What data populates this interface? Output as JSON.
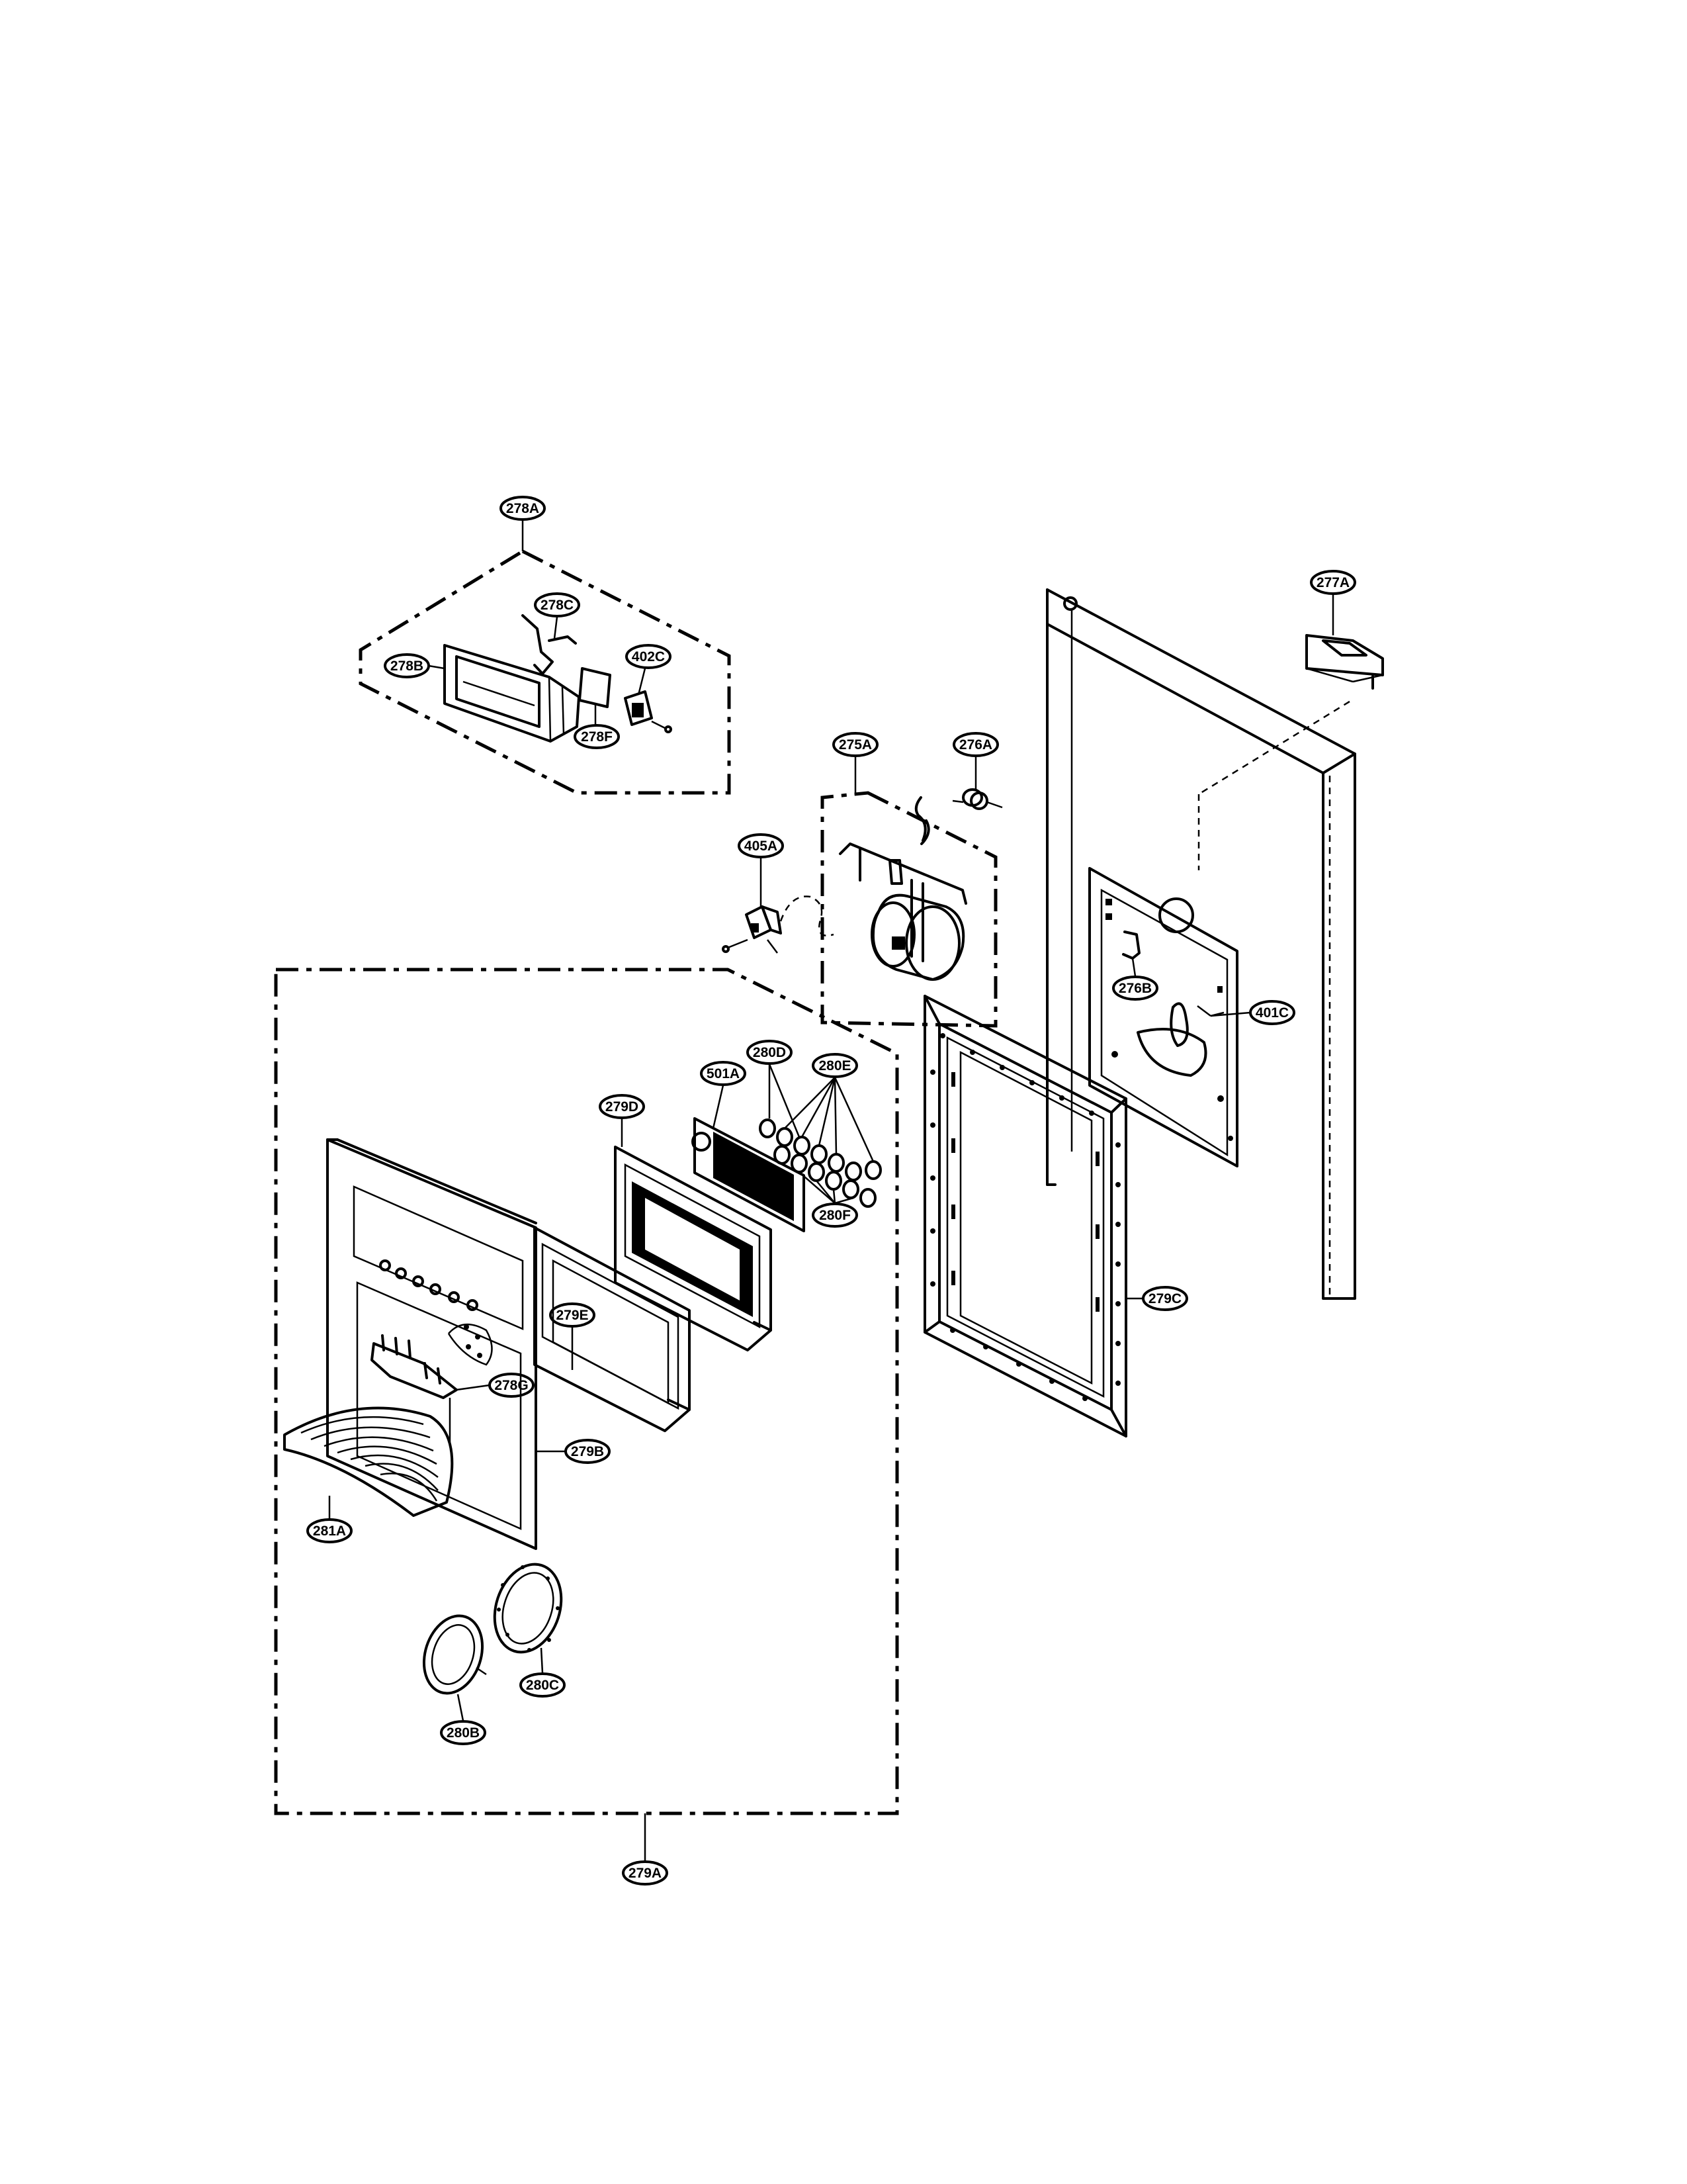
{
  "callouts": {
    "c278A": "278A",
    "c278C": "278C",
    "c278B": "278B",
    "c402C": "402C",
    "c278F": "278F",
    "c277A": "277A",
    "c275A": "275A",
    "c276A": "276A",
    "c405A": "405A",
    "c276B": "276B",
    "c401C": "401C",
    "c280D": "280D",
    "c501A": "501A",
    "c280E": "280E",
    "c279D": "279D",
    "c280F": "280F",
    "c279C": "279C",
    "c279E": "279E",
    "c278G": "278G",
    "c279B": "279B",
    "c281A": "281A",
    "c280C": "280C",
    "c280B": "280B",
    "c279A": "279A"
  }
}
